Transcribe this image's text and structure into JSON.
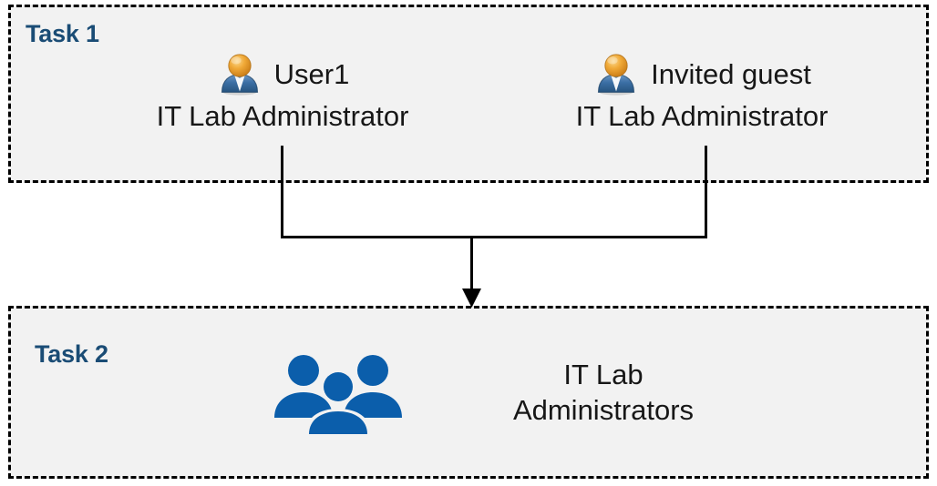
{
  "diagram": {
    "title_not_shown": "",
    "accent_color": "#1A4C75",
    "group_icon_color": "#0B5EAB",
    "box_fill": "#F2F2F2",
    "border_color": "#000000"
  },
  "task1": {
    "label": "Task 1",
    "people": [
      {
        "icon": "user-icon",
        "name": "User1",
        "role": "IT Lab Administrator"
      },
      {
        "icon": "user-icon",
        "name": "Invited guest",
        "role": "IT Lab Administrator"
      }
    ]
  },
  "task2": {
    "label": "Task 2",
    "group": {
      "icon": "group-of-people-icon",
      "name_line1": "IT Lab",
      "name_line2": "Administrators"
    }
  },
  "connector": {
    "type": "merge-arrow",
    "from": [
      "User1",
      "Invited guest"
    ],
    "to": "IT Lab Administrators",
    "arrow_direction": "down"
  }
}
